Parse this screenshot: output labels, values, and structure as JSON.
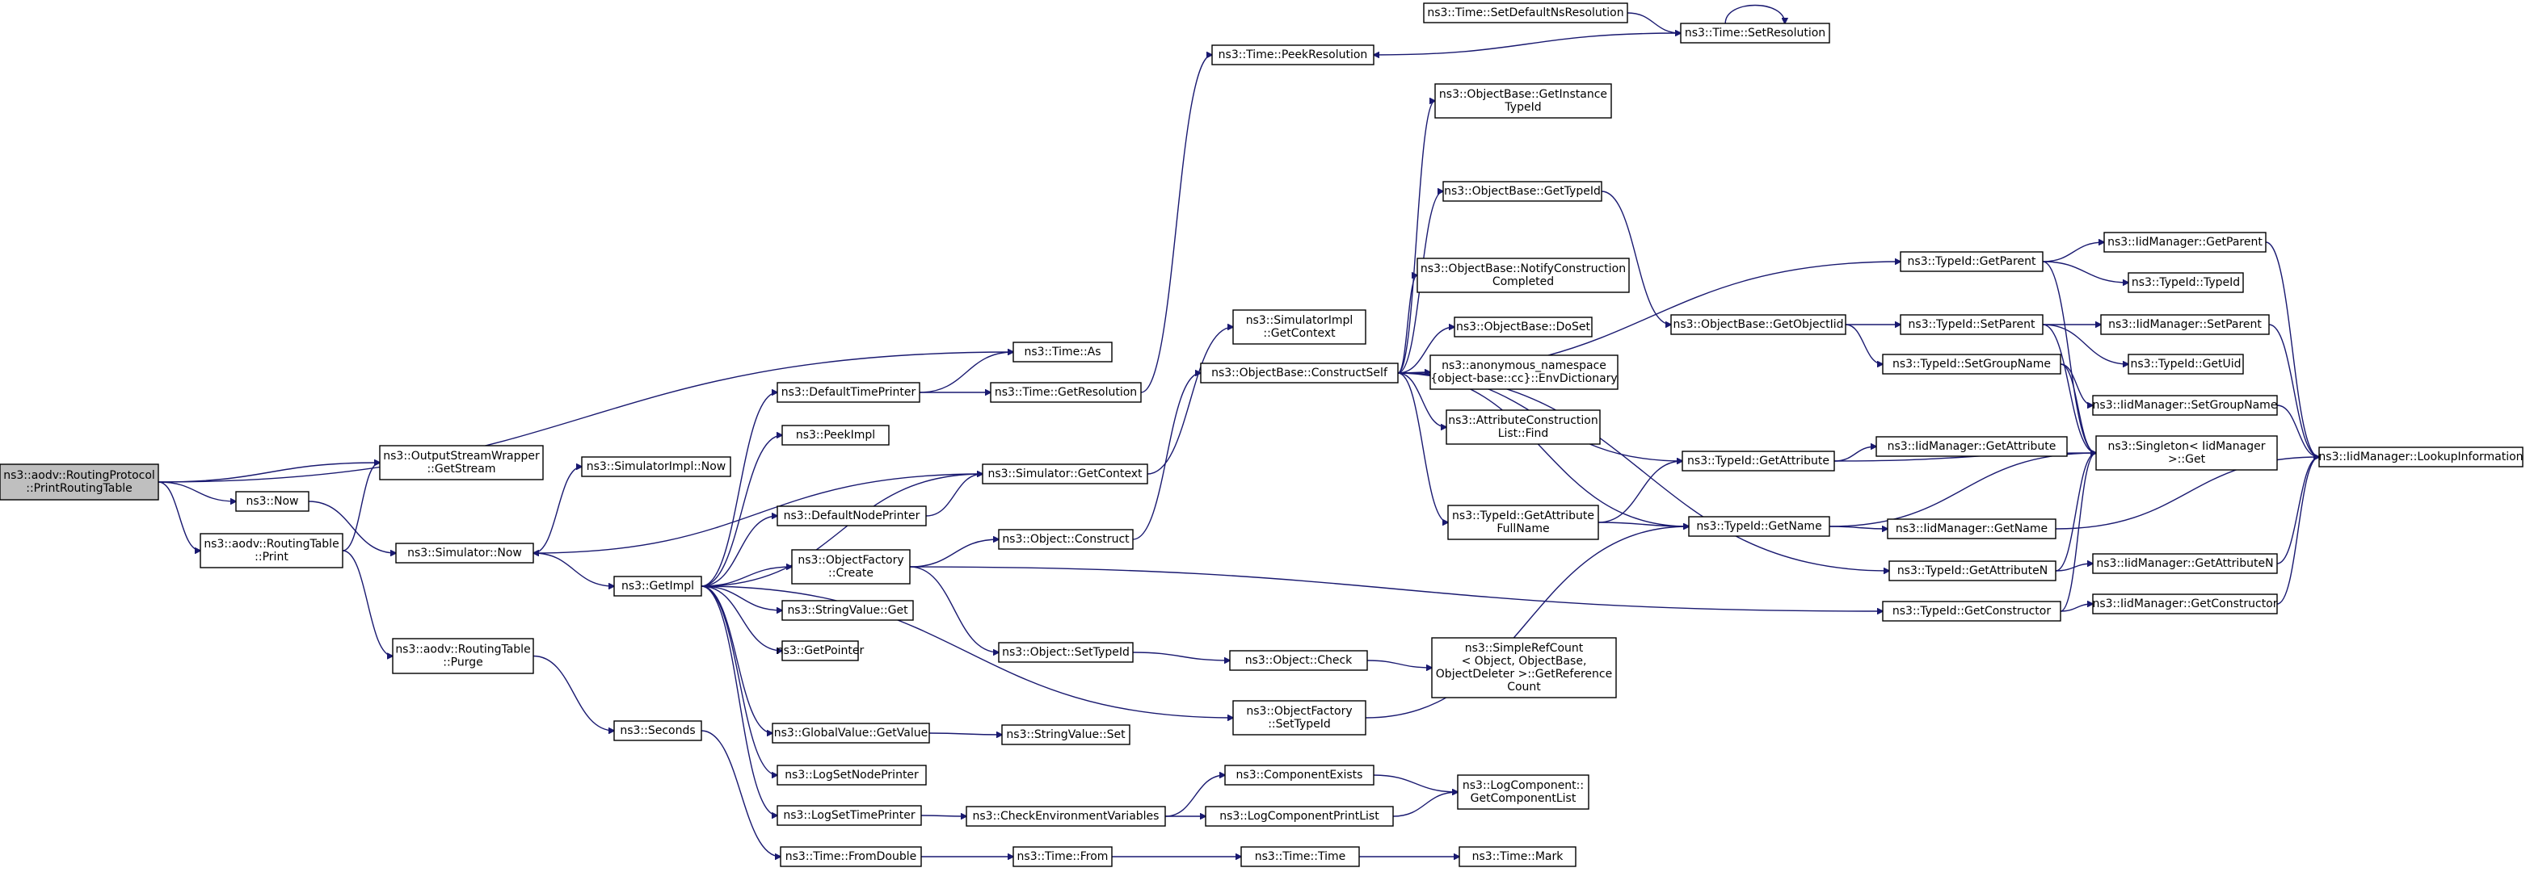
{
  "nodes": [
    {
      "id": "rp_print",
      "lines": [
        "ns3::aodv::RoutingProtocol",
        "::PrintRoutingTable"
      ],
      "highlighted": true
    },
    {
      "id": "osw_getstream",
      "lines": [
        "ns3::OutputStreamWrapper",
        "::GetStream"
      ]
    },
    {
      "id": "now",
      "lines": [
        "ns3::Now"
      ]
    },
    {
      "id": "rt_print",
      "lines": [
        "ns3::aodv::RoutingTable",
        "::Print"
      ]
    },
    {
      "id": "rt_purge",
      "lines": [
        "ns3::aodv::RoutingTable",
        "::Purge"
      ]
    },
    {
      "id": "seconds",
      "lines": [
        "ns3::Seconds"
      ]
    },
    {
      "id": "sim_now",
      "lines": [
        "ns3::Simulator::Now"
      ]
    },
    {
      "id": "simimpl_now",
      "lines": [
        "ns3::SimulatorImpl::Now"
      ]
    },
    {
      "id": "getimpl",
      "lines": [
        "ns3::GetImpl"
      ]
    },
    {
      "id": "default_time_printer",
      "lines": [
        "ns3::DefaultTimePrinter"
      ]
    },
    {
      "id": "peekimpl",
      "lines": [
        "ns3::PeekImpl"
      ]
    },
    {
      "id": "default_node_printer",
      "lines": [
        "ns3::DefaultNodePrinter"
      ]
    },
    {
      "id": "objfactory_create",
      "lines": [
        "ns3::ObjectFactory",
        "::Create"
      ]
    },
    {
      "id": "stringvalue_get",
      "lines": [
        "ns3::StringValue::Get"
      ]
    },
    {
      "id": "getpointer",
      "lines": [
        "ns3::GetPointer"
      ]
    },
    {
      "id": "globalvalue_getvalue",
      "lines": [
        "ns3::GlobalValue::GetValue"
      ]
    },
    {
      "id": "logsetnodeprinter",
      "lines": [
        "ns3::LogSetNodePrinter"
      ]
    },
    {
      "id": "logsettimeprinter",
      "lines": [
        "ns3::LogSetTimePrinter"
      ]
    },
    {
      "id": "time_fromdouble",
      "lines": [
        "ns3::Time::FromDouble"
      ]
    },
    {
      "id": "time_as",
      "lines": [
        "ns3::Time::As"
      ]
    },
    {
      "id": "time_getresolution",
      "lines": [
        "ns3::Time::GetResolution"
      ]
    },
    {
      "id": "sim_getcontext",
      "lines": [
        "ns3::Simulator::GetContext"
      ]
    },
    {
      "id": "object_construct",
      "lines": [
        "ns3::Object::Construct"
      ]
    },
    {
      "id": "object_settypeid",
      "lines": [
        "ns3::Object::SetTypeId"
      ]
    },
    {
      "id": "stringvalue_set",
      "lines": [
        "ns3::StringValue::Set"
      ]
    },
    {
      "id": "check_env",
      "lines": [
        "ns3::CheckEnvironmentVariables"
      ]
    },
    {
      "id": "time_from",
      "lines": [
        "ns3::Time::From"
      ]
    },
    {
      "id": "time_peekresolution",
      "lines": [
        "ns3::Time::PeekResolution"
      ]
    },
    {
      "id": "simimpl_getcontext",
      "lines": [
        "ns3::SimulatorImpl",
        "::GetContext"
      ]
    },
    {
      "id": "objectbase_constructself",
      "lines": [
        "ns3::ObjectBase::ConstructSelf"
      ]
    },
    {
      "id": "object_check",
      "lines": [
        "ns3::Object::Check"
      ]
    },
    {
      "id": "objfactory_settypeid",
      "lines": [
        "ns3::ObjectFactory",
        "::SetTypeId"
      ]
    },
    {
      "id": "componentexists",
      "lines": [
        "ns3::ComponentExists"
      ]
    },
    {
      "id": "logcomponentprintlist",
      "lines": [
        "ns3::LogComponentPrintList"
      ]
    },
    {
      "id": "time_time",
      "lines": [
        "ns3::Time::Time"
      ]
    },
    {
      "id": "time_setdefaultnsres",
      "lines": [
        "ns3::Time::SetDefaultNsResolution"
      ]
    },
    {
      "id": "time_setresolution",
      "lines": [
        "ns3::Time::SetResolution"
      ]
    },
    {
      "id": "ob_getinstancetypeid",
      "lines": [
        "ns3::ObjectBase::GetInstance",
        "TypeId"
      ]
    },
    {
      "id": "ob_gettypeid",
      "lines": [
        "ns3::ObjectBase::GetTypeId"
      ]
    },
    {
      "id": "ob_notifyconstruction",
      "lines": [
        "ns3::ObjectBase::NotifyConstruction",
        "Completed"
      ]
    },
    {
      "id": "ob_doset",
      "lines": [
        "ns3::ObjectBase::DoSet"
      ]
    },
    {
      "id": "anon_envdictionary",
      "lines": [
        "ns3::anonymous_namespace",
        "{object-base::cc}::EnvDictionary"
      ]
    },
    {
      "id": "attrconstructionlist_find",
      "lines": [
        "ns3::AttributeConstruction",
        "List::Find"
      ]
    },
    {
      "id": "typeid_getattributefullname",
      "lines": [
        "ns3::TypeId::GetAttribute",
        "FullName"
      ]
    },
    {
      "id": "simplerefcount",
      "lines": [
        "ns3::SimpleRefCount",
        "< Object, ObjectBase,",
        "ObjectDeleter >::GetReference",
        "Count"
      ]
    },
    {
      "id": "logcomponent_getcomponentlist",
      "lines": [
        "ns3::LogComponent::",
        "GetComponentList"
      ]
    },
    {
      "id": "time_mark",
      "lines": [
        "ns3::Time::Mark"
      ]
    },
    {
      "id": "ob_getobjectiid",
      "lines": [
        "ns3::ObjectBase::GetObjectIid"
      ]
    },
    {
      "id": "typeid_getattribute",
      "lines": [
        "ns3::TypeId::GetAttribute"
      ]
    },
    {
      "id": "typeid_getname",
      "lines": [
        "ns3::TypeId::GetName"
      ]
    },
    {
      "id": "typeid_getparent",
      "lines": [
        "ns3::TypeId::GetParent"
      ]
    },
    {
      "id": "typeid_setparent",
      "lines": [
        "ns3::TypeId::SetParent"
      ]
    },
    {
      "id": "typeid_setgroupname",
      "lines": [
        "ns3::TypeId::SetGroupName"
      ]
    },
    {
      "id": "typeid_getattributen",
      "lines": [
        "ns3::TypeId::GetAttributeN"
      ]
    },
    {
      "id": "typeid_getconstructor",
      "lines": [
        "ns3::TypeId::GetConstructor"
      ]
    },
    {
      "id": "iidm_getattribute",
      "lines": [
        "ns3::IidManager::GetAttribute"
      ]
    },
    {
      "id": "iidm_getname",
      "lines": [
        "ns3::IidManager::GetName"
      ]
    },
    {
      "id": "iidm_getparent",
      "lines": [
        "ns3::IidManager::GetParent"
      ]
    },
    {
      "id": "typeid_typeid",
      "lines": [
        "ns3::TypeId::TypeId"
      ]
    },
    {
      "id": "iidm_setparent",
      "lines": [
        "ns3::IidManager::SetParent"
      ]
    },
    {
      "id": "typeid_getuid",
      "lines": [
        "ns3::TypeId::GetUid"
      ]
    },
    {
      "id": "iidm_setgroupname",
      "lines": [
        "ns3::IidManager::SetGroupName"
      ]
    },
    {
      "id": "singleton_get",
      "lines": [
        "ns3::Singleton< IidManager",
        ">::Get"
      ]
    },
    {
      "id": "iidm_getattributen",
      "lines": [
        "ns3::IidManager::GetAttributeN"
      ]
    },
    {
      "id": "iidm_getconstructor",
      "lines": [
        "ns3::IidManager::GetConstructor"
      ]
    },
    {
      "id": "iidm_lookupinformation",
      "lines": [
        "ns3::IidManager::LookupInformation"
      ]
    }
  ],
  "edges": [
    [
      "rp_print",
      "time_as"
    ],
    [
      "rp_print",
      "osw_getstream"
    ],
    [
      "rp_print",
      "now"
    ],
    [
      "rp_print",
      "rt_print"
    ],
    [
      "now",
      "sim_now"
    ],
    [
      "rt_print",
      "osw_getstream"
    ],
    [
      "rt_print",
      "rt_purge"
    ],
    [
      "rt_purge",
      "seconds"
    ],
    [
      "seconds",
      "time_fromdouble"
    ],
    [
      "sim_now",
      "simimpl_now"
    ],
    [
      "sim_now",
      "getimpl"
    ],
    [
      "getimpl",
      "default_time_printer"
    ],
    [
      "getimpl",
      "peekimpl"
    ],
    [
      "getimpl",
      "sim_getcontext"
    ],
    [
      "getimpl",
      "default_node_printer"
    ],
    [
      "getimpl",
      "objfactory_create"
    ],
    [
      "getimpl",
      "stringvalue_get"
    ],
    [
      "getimpl",
      "getpointer"
    ],
    [
      "getimpl",
      "objfactory_settypeid"
    ],
    [
      "getimpl",
      "globalvalue_getvalue"
    ],
    [
      "getimpl",
      "logsetnodeprinter"
    ],
    [
      "getimpl",
      "logsettimeprinter"
    ],
    [
      "default_time_printer",
      "time_as"
    ],
    [
      "default_time_printer",
      "time_getresolution"
    ],
    [
      "default_node_printer",
      "sim_getcontext"
    ],
    [
      "sim_getcontext",
      "sim_now"
    ],
    [
      "sim_getcontext",
      "simimpl_getcontext"
    ],
    [
      "time_getresolution",
      "time_peekresolution"
    ],
    [
      "objfactory_create",
      "object_construct"
    ],
    [
      "objfactory_create",
      "object_settypeid"
    ],
    [
      "objfactory_create",
      "typeid_getconstructor"
    ],
    [
      "object_construct",
      "objectbase_constructself"
    ],
    [
      "object_settypeid",
      "object_check"
    ],
    [
      "object_check",
      "simplerefcount"
    ],
    [
      "globalvalue_getvalue",
      "stringvalue_set"
    ],
    [
      "logsettimeprinter",
      "check_env"
    ],
    [
      "check_env",
      "componentexists"
    ],
    [
      "check_env",
      "logcomponentprintlist"
    ],
    [
      "componentexists",
      "logcomponent_getcomponentlist"
    ],
    [
      "logcomponentprintlist",
      "logcomponent_getcomponentlist"
    ],
    [
      "time_fromdouble",
      "time_from"
    ],
    [
      "time_from",
      "time_time"
    ],
    [
      "time_time",
      "time_mark"
    ],
    [
      "time_setdefaultnsres",
      "time_setresolution"
    ],
    [
      "time_setresolution",
      "time_setresolution"
    ],
    [
      "time_setresolution",
      "time_peekresolution"
    ],
    [
      "objectbase_constructself",
      "ob_getinstancetypeid"
    ],
    [
      "objectbase_constructself",
      "ob_gettypeid"
    ],
    [
      "objectbase_constructself",
      "ob_notifyconstruction"
    ],
    [
      "objectbase_constructself",
      "ob_doset"
    ],
    [
      "objectbase_constructself",
      "anon_envdictionary"
    ],
    [
      "objectbase_constructself",
      "attrconstructionlist_find"
    ],
    [
      "objectbase_constructself",
      "typeid_getattributefullname"
    ],
    [
      "objectbase_constructself",
      "typeid_getparent"
    ],
    [
      "objectbase_constructself",
      "typeid_getname"
    ],
    [
      "objectbase_constructself",
      "typeid_getattribute"
    ],
    [
      "objectbase_constructself",
      "typeid_getattributen"
    ],
    [
      "ob_gettypeid",
      "ob_getobjectiid"
    ],
    [
      "typeid_getattributefullname",
      "typeid_getattribute"
    ],
    [
      "typeid_getattributefullname",
      "typeid_getname"
    ],
    [
      "objfactory_settypeid",
      "typeid_getname"
    ],
    [
      "ob_getobjectiid",
      "typeid_setparent"
    ],
    [
      "ob_getobjectiid",
      "typeid_setgroupname"
    ],
    [
      "typeid_getparent",
      "iidm_getparent"
    ],
    [
      "typeid_getparent",
      "typeid_typeid"
    ],
    [
      "typeid_getparent",
      "singleton_get"
    ],
    [
      "typeid_setparent",
      "iidm_setparent"
    ],
    [
      "typeid_setparent",
      "typeid_getuid"
    ],
    [
      "typeid_setparent",
      "singleton_get"
    ],
    [
      "typeid_setgroupname",
      "iidm_setgroupname"
    ],
    [
      "typeid_setgroupname",
      "singleton_get"
    ],
    [
      "typeid_getattribute",
      "iidm_getattribute"
    ],
    [
      "typeid_getattribute",
      "singleton_get"
    ],
    [
      "typeid_getname",
      "iidm_getname"
    ],
    [
      "typeid_getname",
      "singleton_get"
    ],
    [
      "typeid_getattributen",
      "iidm_getattributen"
    ],
    [
      "typeid_getattributen",
      "singleton_get"
    ],
    [
      "typeid_getconstructor",
      "iidm_getconstructor"
    ],
    [
      "typeid_getconstructor",
      "singleton_get"
    ],
    [
      "iidm_getparent",
      "iidm_lookupinformation"
    ],
    [
      "iidm_setparent",
      "iidm_lookupinformation"
    ],
    [
      "iidm_setgroupname",
      "iidm_lookupinformation"
    ],
    [
      "iidm_getname",
      "iidm_lookupinformation"
    ],
    [
      "iidm_getattributen",
      "iidm_lookupinformation"
    ],
    [
      "iidm_getconstructor",
      "iidm_lookupinformation"
    ]
  ]
}
